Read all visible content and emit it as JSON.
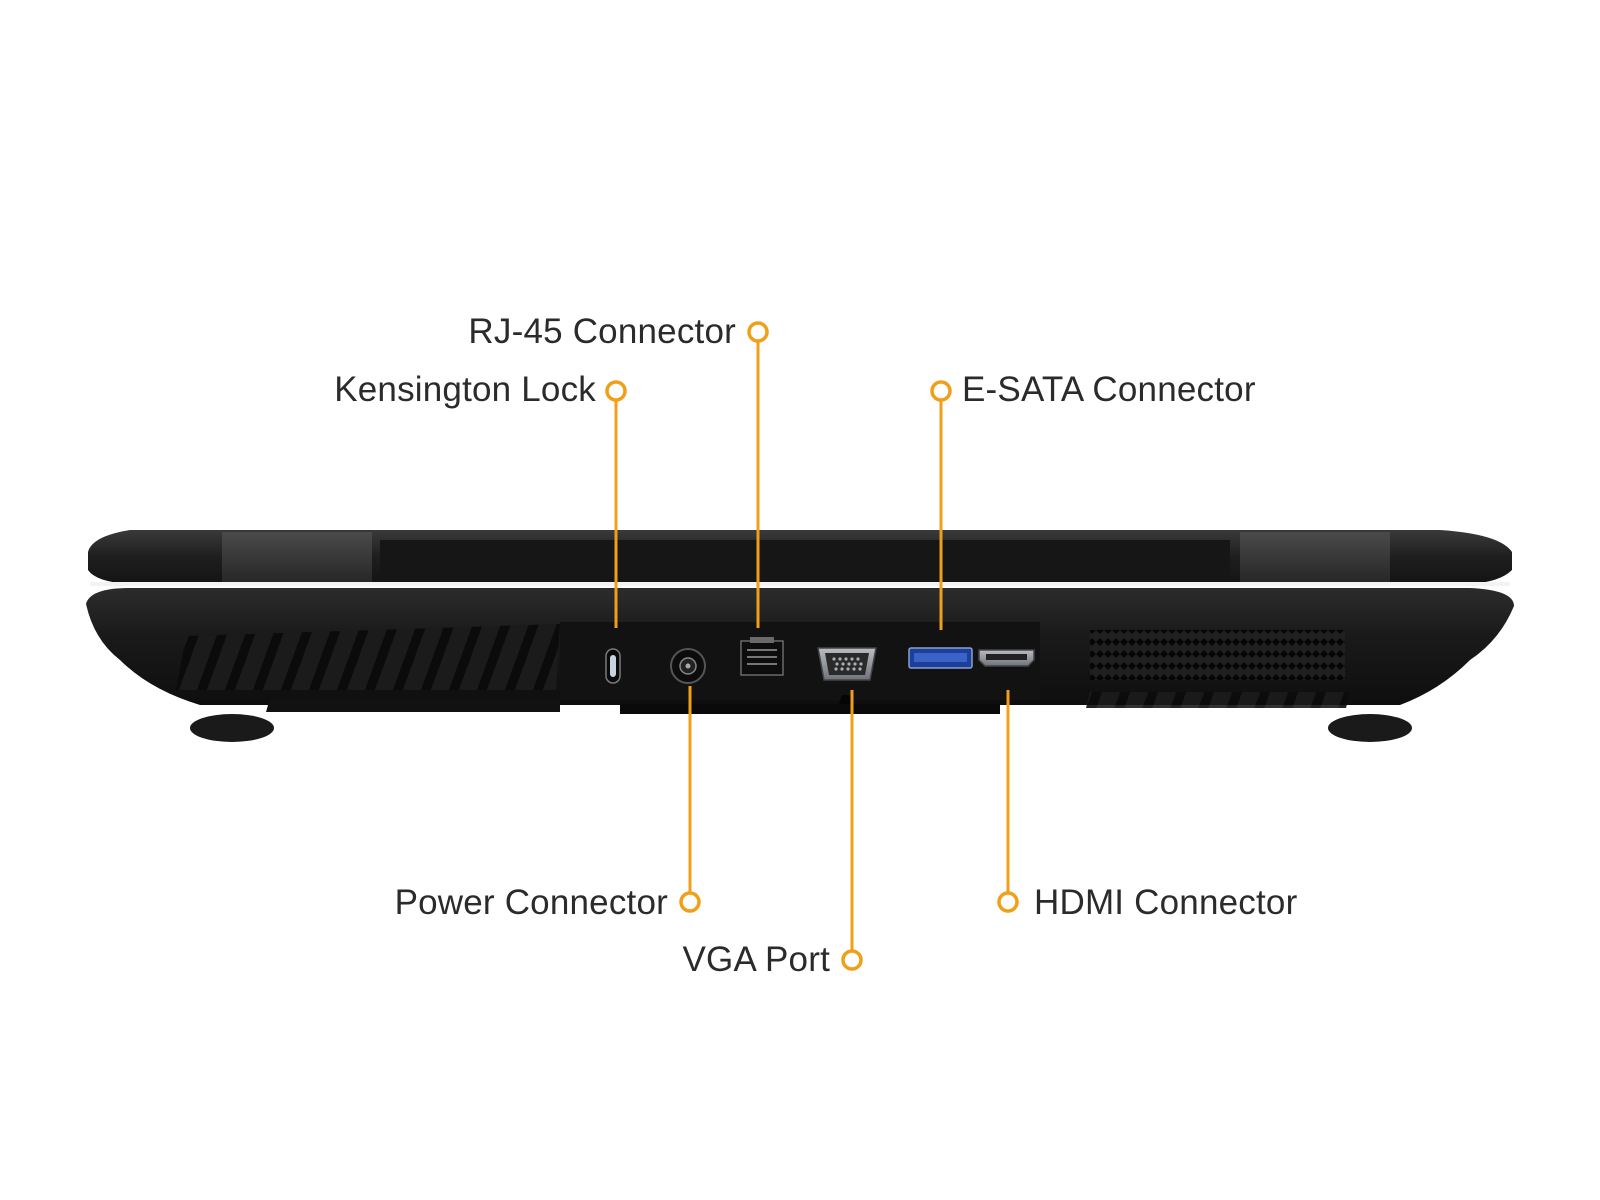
{
  "accent_color": "#f0a018",
  "device": {
    "description_icon": "laptop-rear-view",
    "body_color": "#1c1c1c"
  },
  "callouts": [
    {
      "id": "rj45",
      "label": "RJ-45 Connector"
    },
    {
      "id": "kensington",
      "label": "Kensington Lock"
    },
    {
      "id": "esata",
      "label": "E-SATA Connector"
    },
    {
      "id": "power",
      "label": "Power Connector"
    },
    {
      "id": "vga",
      "label": "VGA Port"
    },
    {
      "id": "hdmi",
      "label": "HDMI Connector"
    }
  ]
}
